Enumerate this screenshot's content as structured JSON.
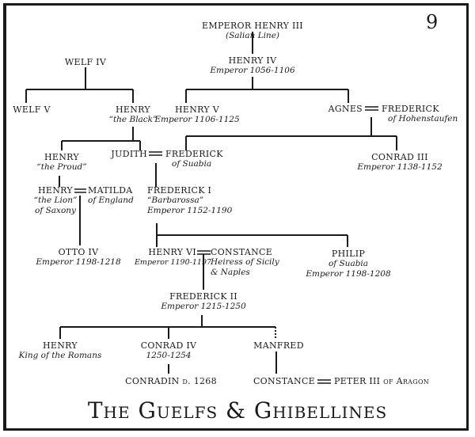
{
  "page_number": "9",
  "title": "The Guelfs & Ghibellines",
  "marriage_symbol": "═",
  "persons": {
    "henry3": {
      "name": "EMPEROR HENRY III",
      "sub": "(Salian Line)"
    },
    "henry4": {
      "name": "HENRY IV",
      "sub": "Emperor 1056-1106"
    },
    "welf4": {
      "name": "WELF IV",
      "sub": ""
    },
    "welf5": {
      "name": "WELF V",
      "sub": ""
    },
    "henry_black": {
      "name": "HENRY",
      "sub": "“the Black”"
    },
    "henry5": {
      "name": "HENRY V",
      "sub": "Emperor 1106-1125"
    },
    "agnes": {
      "name": "AGNES",
      "sub": ""
    },
    "frederick_hoh": {
      "name": "FREDERICK",
      "sub": "of Hohenstaufen"
    },
    "henry_proud": {
      "name": "HENRY",
      "sub": "“the Proud”"
    },
    "judith": {
      "name": "JUDITH",
      "sub": ""
    },
    "frederick_suabia": {
      "name": "FREDERICK",
      "sub": "of Suabia"
    },
    "conrad3": {
      "name": "CONRAD III",
      "sub": "Emperor 1138-1152"
    },
    "henry_lion": {
      "name": "HENRY",
      "sub": "“the Lion”",
      "sub2": "of Saxony"
    },
    "matilda": {
      "name": "MATILDA",
      "sub": "of England"
    },
    "frederick1": {
      "name": "FREDERICK I",
      "sub": "“Barbarossa”",
      "sub2": "Emperor 1152-1190"
    },
    "otto4": {
      "name": "OTTO IV",
      "sub": "Emperor 1198-1218"
    },
    "henry6": {
      "name": "HENRY VI",
      "sub": "Emperor 1190-1197"
    },
    "constance_sicily": {
      "name": "CONSTANCE",
      "sub": "Heiress of Sicily",
      "sub2": "& Naples"
    },
    "philip": {
      "name": "PHILIP",
      "sub": "of Suabia",
      "sub2": "Emperor 1198-1208"
    },
    "frederick2": {
      "name": "FREDERICK II",
      "sub": "Emperor 1215-1250"
    },
    "henry_romans": {
      "name": "HENRY",
      "sub": "King of the Romans"
    },
    "conrad4": {
      "name": "CONRAD IV",
      "sub": "1250-1254"
    },
    "manfred": {
      "name": "MANFRED",
      "sub": ""
    },
    "conradin": {
      "name": "CONRADIN d. 1268",
      "sub": ""
    },
    "constance_aragon": {
      "name": "CONSTANCE",
      "sub": ""
    },
    "peter3": {
      "name": "PETER III of Aragon",
      "sub": ""
    }
  }
}
